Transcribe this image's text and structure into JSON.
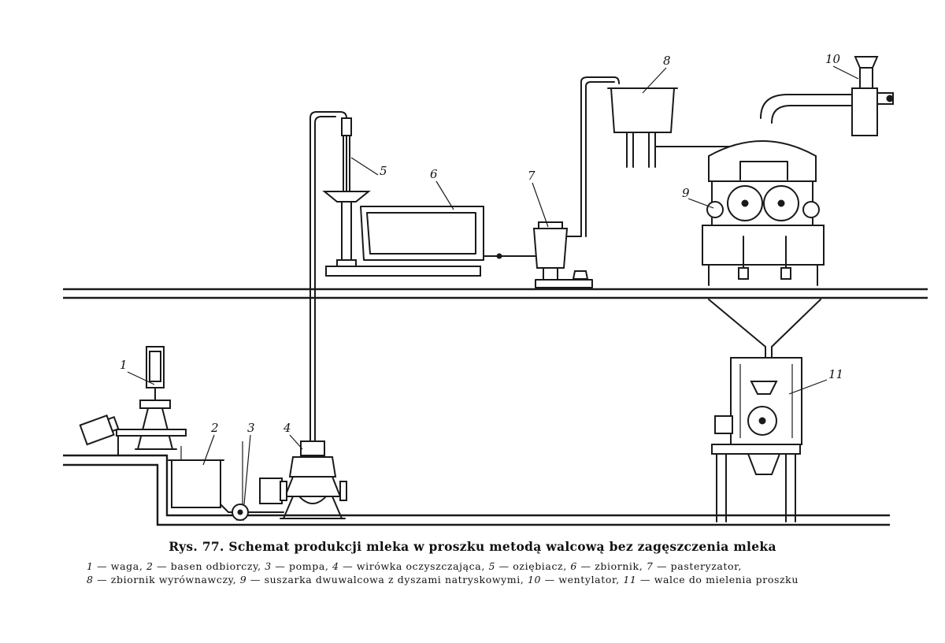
{
  "figure": {
    "callouts": [
      "1",
      "2",
      "3",
      "4",
      "5",
      "6",
      "7",
      "8",
      "9",
      "10",
      "11"
    ]
  },
  "caption": {
    "title": "Rys. 77. Schemat produkcji mleka w proszku metodą walcową bez zagęszczenia mleka",
    "legend_line_1": [
      {
        "num": "1",
        "text": " — waga, "
      },
      {
        "num": "2",
        "text": " — basen odbiorczy, "
      },
      {
        "num": "3",
        "text": " — pompa, "
      },
      {
        "num": "4",
        "text": " — wirówka oczyszczająca, "
      },
      {
        "num": "5",
        "text": " — oziębiacz, "
      },
      {
        "num": "6",
        "text": " — zbiornik, "
      },
      {
        "num": "7",
        "text": " — pasteryzator,"
      }
    ],
    "legend_line_2": [
      {
        "num": "8",
        "text": " — zbiornik wyrównawczy, "
      },
      {
        "num": "9",
        "text": " — suszarka dwuwalcowa z dyszami natryskowymi, "
      },
      {
        "num": "10",
        "text": " — wentylator, "
      },
      {
        "num": "11",
        "text": " — walce do mielenia proszku"
      }
    ]
  }
}
